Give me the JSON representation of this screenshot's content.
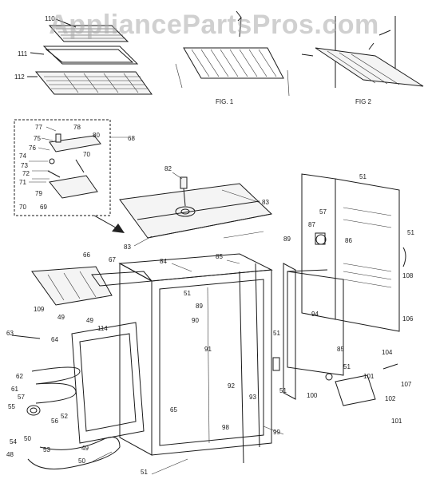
{
  "watermark": "AppliancePartsPros.com",
  "figure_captions": {
    "fig1": "FIG. 1",
    "fig2": "FIG 2"
  },
  "callouts": {
    "c110": "110",
    "c111": "111",
    "c112": "112",
    "c77": "77",
    "c78": "78",
    "c75": "75",
    "c80": "80",
    "c76": "76",
    "c68": "68",
    "c74": "74",
    "c70a": "70",
    "c73": "73",
    "c72": "72",
    "c71": "71",
    "c79": "79",
    "c70b": "70",
    "c69": "69",
    "c82": "82",
    "c83a": "83",
    "c83b": "83",
    "c51a": "51",
    "c57": "57",
    "c89a": "89",
    "c87": "87",
    "c86": "86",
    "c51b": "51",
    "c108": "108",
    "c66": "66",
    "c67": "67",
    "c84": "84",
    "c85a": "85",
    "c109": "109",
    "c49a": "49",
    "c49b": "49",
    "c51c": "51",
    "c89b": "89",
    "c90": "90",
    "c63": "63",
    "c114": "114",
    "c64": "64",
    "c91": "91",
    "c94": "94",
    "c106": "106",
    "c51d": "51",
    "c85b": "85",
    "c104": "104",
    "c62": "62",
    "c61": "61",
    "c57b": "57",
    "c55": "55",
    "c56": "56",
    "c52": "52",
    "c51e": "51",
    "c101a": "101",
    "c107": "107",
    "c92": "92",
    "c93": "93",
    "c51f": "51",
    "c100": "100",
    "c102": "102",
    "c65": "65",
    "c54": "54",
    "c50a": "50",
    "c53": "53",
    "c49c": "49",
    "c48": "48",
    "c98": "98",
    "c99": "99",
    "c50b": "50",
    "c101b": "101",
    "c51g": "51"
  }
}
